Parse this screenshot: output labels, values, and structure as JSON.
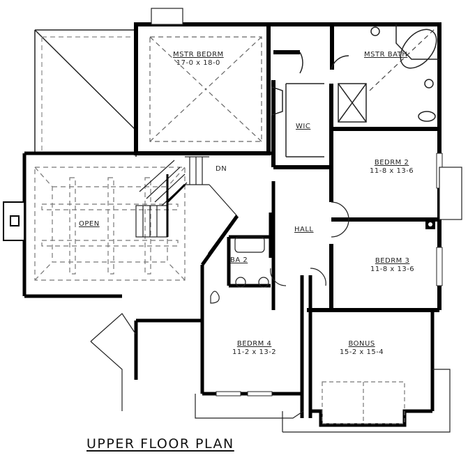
{
  "plan": {
    "title": "UPPER FLOOR PLAN",
    "rooms": [
      {
        "id": "mstr-bedrm",
        "name": "MSTR BEDRM",
        "dim": "17-0 x 18-0"
      },
      {
        "id": "mstr-bath",
        "name": "MSTR BATH",
        "dim": ""
      },
      {
        "id": "wic",
        "name": "WIC",
        "dim": ""
      },
      {
        "id": "bedrm-2",
        "name": "BEDRM 2",
        "dim": "11-8 x 13-6"
      },
      {
        "id": "bedrm-3",
        "name": "BEDRM 3",
        "dim": "11-8 x 13-6"
      },
      {
        "id": "bedrm-4",
        "name": "BEDRM 4",
        "dim": "11-2 x 13-2"
      },
      {
        "id": "bonus",
        "name": "BONUS",
        "dim": "15-2 x 15-4"
      },
      {
        "id": "hall",
        "name": "HALL",
        "dim": ""
      },
      {
        "id": "ba-2",
        "name": "BA 2",
        "dim": ""
      },
      {
        "id": "open",
        "name": "OPEN",
        "dim": ""
      }
    ],
    "stair_label": "DN",
    "colors": {
      "wall": "#000000",
      "line": "#222222",
      "dash": "#777777",
      "background": "#ffffff"
    }
  }
}
